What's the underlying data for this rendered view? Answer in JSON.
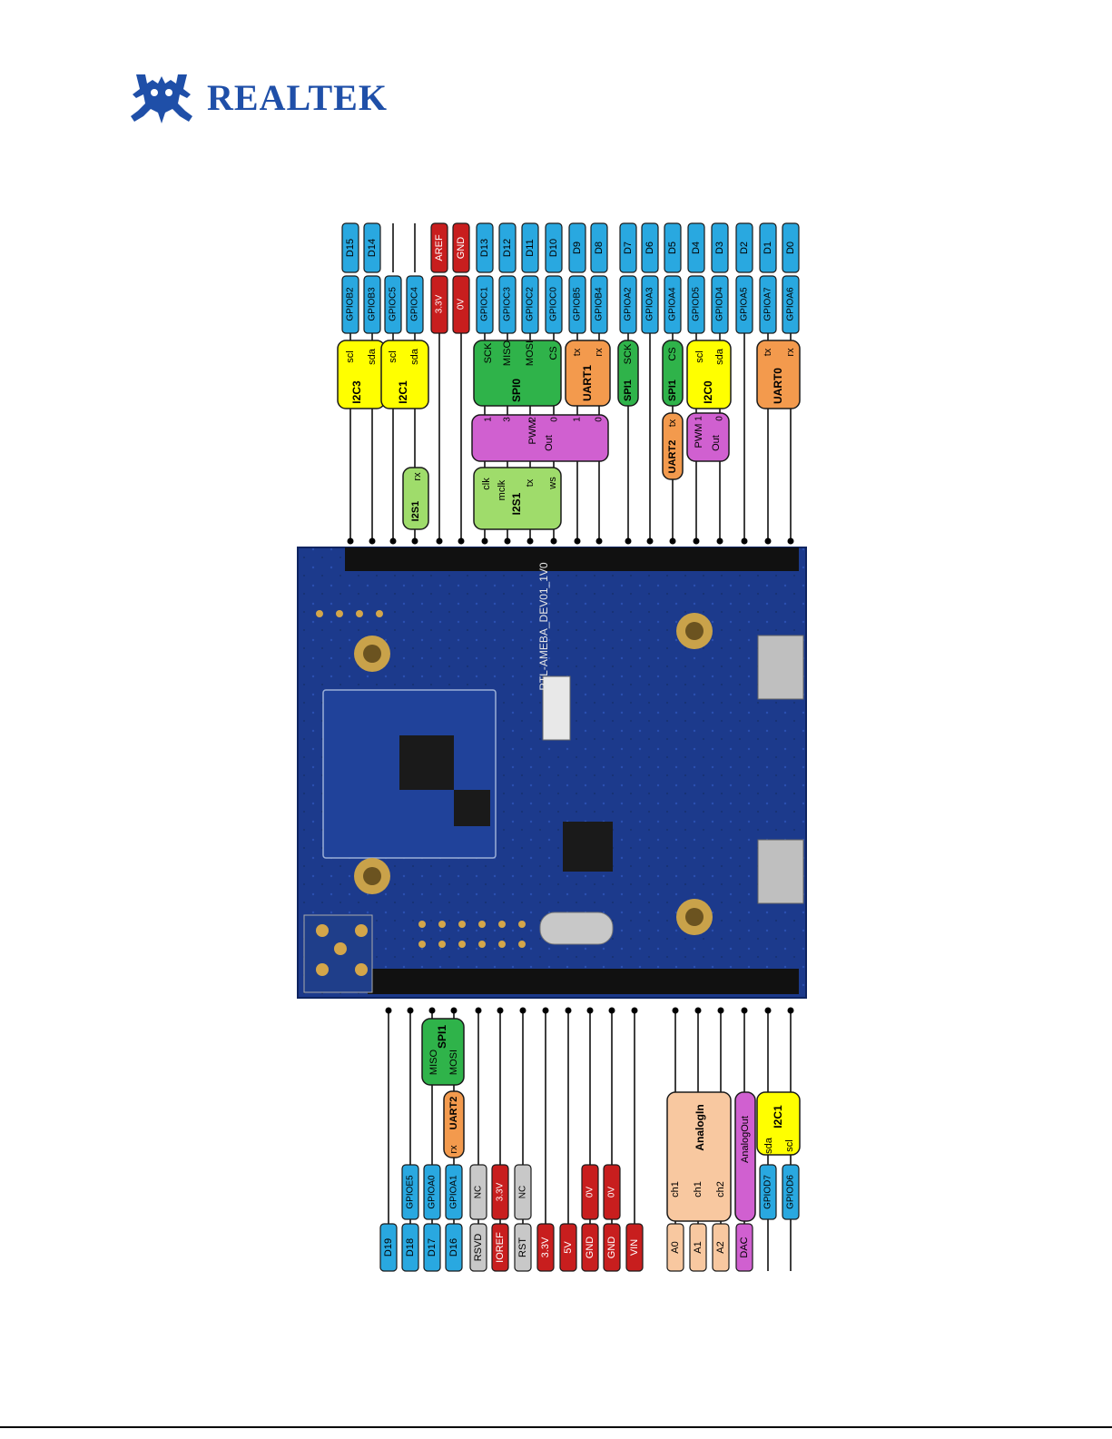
{
  "header": {
    "logo_text": "REALTEK",
    "logo_icon": "realtek-crab-icon"
  },
  "colors": {
    "digital": "#29a8e0",
    "power": "#c81e1e",
    "nc": "#c8c8c8",
    "analog": "#f8c8a0",
    "uart": "#f39a4d",
    "spi": "#2fb34a",
    "i2c": "#ffff00",
    "i2s": "#9fdc6b",
    "pwm": "#d060d0",
    "board": "#1c3a8c"
  },
  "board": {
    "silkscreen": "RTL-AMEBA_DEV01_1V0"
  },
  "top_header": {
    "pins": [
      "D15",
      "D14",
      "",
      "",
      "AREF",
      "GND",
      "D13",
      "D12",
      "D11",
      "D10",
      "D9",
      "D8",
      "D7",
      "D6",
      "D5",
      "D4",
      "D3",
      "D2",
      "D1",
      "D0"
    ],
    "gpio": [
      "GPIOB2",
      "GPIOB3",
      "GPIOC5",
      "GPIOC4",
      "3.3V",
      "0V",
      "GPIOC1",
      "GPIOC3",
      "GPIOC2",
      "GPIOC0",
      "GPIOB5",
      "GPIOB4",
      "GPIOA2",
      "GPIOA3",
      "GPIOA4",
      "GPIOD5",
      "GPIOD4",
      "GPIOA5",
      "GPIOA7",
      "GPIOA6"
    ]
  },
  "bottom_header": {
    "pins": [
      "D19",
      "D18",
      "D17",
      "D16",
      "RSVD",
      "IOREF",
      "RST",
      "3.3V",
      "5V",
      "GND",
      "GND",
      "VIN",
      "A0",
      "A1",
      "A2",
      "DAC",
      "",
      ""
    ],
    "gpio": [
      "",
      "GPIOE5",
      "GPIOA0",
      "GPIOA1",
      "NC",
      "3.3V",
      "NC",
      "",
      "",
      "0V",
      "0V",
      "",
      "",
      "",
      "",
      "",
      "GPIOD7",
      "GPIOD6"
    ]
  },
  "functions": {
    "i2c3": {
      "name": "I2C3",
      "scl": "scl",
      "sda": "sda"
    },
    "i2c1_top": {
      "name": "I2C1",
      "scl": "scl",
      "sda": "sda"
    },
    "i2s1_rx": {
      "name": "I2S1",
      "rx": "rx"
    },
    "spi0": {
      "name": "SPI0",
      "sck": "SCK",
      "miso": "MISO",
      "mosi": "MOSI",
      "cs": "CS"
    },
    "uart1": {
      "name": "UART1",
      "tx": "tx",
      "rx": "rx"
    },
    "pwm_top": {
      "name": "PWM",
      "out": "Out",
      "ch1": "1",
      "ch3": "3",
      "ch2": "2",
      "ch0a": "0",
      "ch1b": "1",
      "ch0b": "0"
    },
    "i2s1_main": {
      "name": "I2S1",
      "clk": "clk",
      "mclk": "mclk",
      "tx": "tx",
      "ws": "ws"
    },
    "spi1_sck": {
      "name": "SPI1",
      "sck": "SCK"
    },
    "spi1_cs": {
      "name": "SPI1",
      "cs": "CS"
    },
    "uart2_tx": {
      "name": "UART2",
      "tx": "tx"
    },
    "i2c0": {
      "name": "I2C0",
      "scl": "scl",
      "sda": "sda"
    },
    "pwm_small": {
      "name": "PWM",
      "out": "Out",
      "ch1": "1",
      "ch0": "0"
    },
    "uart0": {
      "name": "UART0",
      "tx": "tx",
      "rx": "rx"
    },
    "spi1_bottom": {
      "name": "SPI1",
      "miso": "MISO",
      "mosi": "MOSI"
    },
    "uart2_bottom": {
      "name": "UART2",
      "rx": "rx"
    },
    "analogin": {
      "name": "AnalogIn",
      "ch1a": "ch1",
      "ch1b": "ch1",
      "ch2": "ch2"
    },
    "analogout": {
      "name": "AnalogOut"
    },
    "i2c1_bottom": {
      "name": "I2C1",
      "sda": "sda",
      "scl": "scl"
    }
  }
}
